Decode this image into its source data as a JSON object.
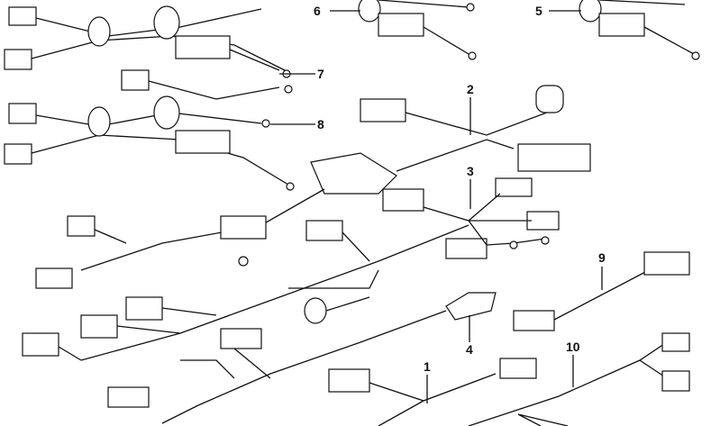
{
  "diagram": {
    "type": "exploded parts diagram: wiring harnesses",
    "callouts": [
      {
        "id": "6",
        "label": "6"
      },
      {
        "id": "5",
        "label": "5"
      },
      {
        "id": "7",
        "label": "7"
      },
      {
        "id": "8",
        "label": "8"
      },
      {
        "id": "2",
        "label": "2"
      },
      {
        "id": "3",
        "label": "3"
      },
      {
        "id": "9",
        "label": "9"
      },
      {
        "id": "4",
        "label": "4"
      },
      {
        "id": "1",
        "label": "1"
      },
      {
        "id": "10",
        "label": "10"
      }
    ],
    "colors": {
      "line": "#111111",
      "background": "#ffffff"
    }
  }
}
